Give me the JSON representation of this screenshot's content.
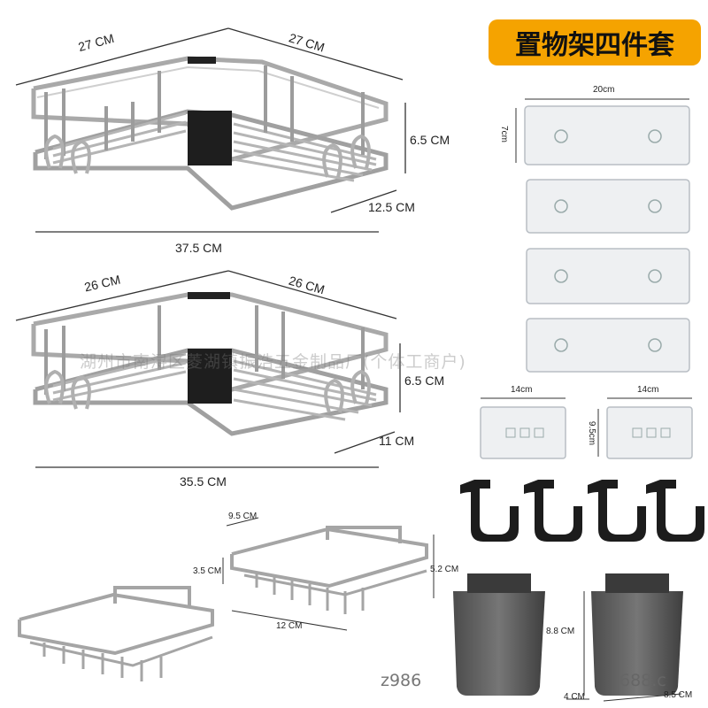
{
  "title": "置物架四件套",
  "shelf_large": {
    "side_a": "27 CM",
    "side_b": "27 CM",
    "height": "6.5 CM",
    "depth": "12.5 CM",
    "width": "37.5 CM"
  },
  "shelf_medium": {
    "side_a": "26 CM",
    "side_b": "26 CM",
    "height": "6.5 CM",
    "depth": "11 CM",
    "width": "35.5 CM"
  },
  "adhesive_large": {
    "width": "20cm",
    "height": "7cm",
    "count": 4
  },
  "adhesive_small": {
    "width_left": "14cm",
    "width_right": "14cm",
    "height": "9.5cm"
  },
  "soap_rack": {
    "width": "9.5 CM",
    "height_left": "3.5 CM",
    "height_right": "5.2 CM",
    "length": "12 CM"
  },
  "cups": {
    "height": "8.8 CM",
    "depth": "4 CM",
    "width": "8.5 CM"
  },
  "watermark": "湖州市南浔区菱湖镇振浩五金制品厂(个体工商户)",
  "bottom_text_left": "z986",
  "bottom_text_right": "688.c"
}
